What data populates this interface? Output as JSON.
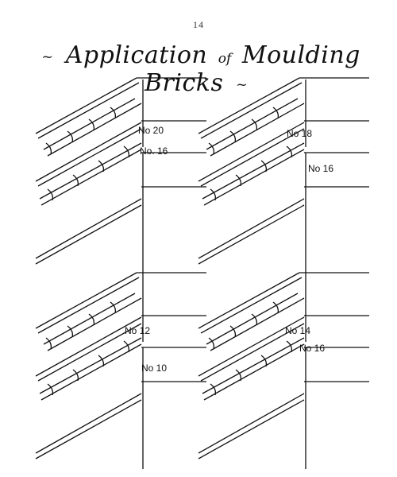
{
  "page": {
    "number": "14"
  },
  "title": {
    "main": "Application",
    "of": "of",
    "rest": "Moulding Bricks",
    "ornament": "~"
  },
  "panels": [
    {
      "upper_label": "No 20",
      "lower_label": "No. 16"
    },
    {
      "upper_label": "No 18",
      "lower_label": "No 16"
    },
    {
      "upper_label": "No 12",
      "lower_label": "No 10"
    },
    {
      "upper_label": "No 14",
      "lower_label": "No 16"
    }
  ]
}
